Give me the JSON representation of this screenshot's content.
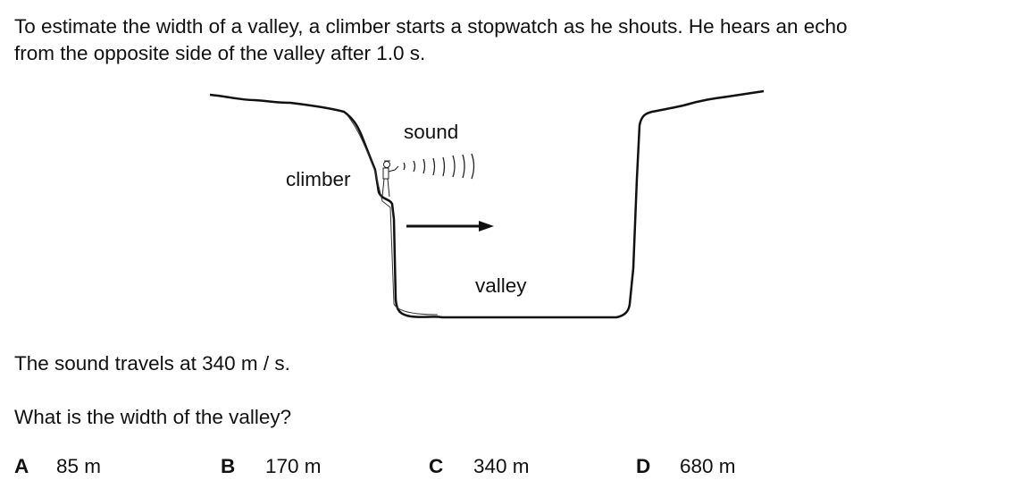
{
  "question": {
    "intro_line1": "To estimate the width of a valley, a climber starts a stopwatch as he shouts. He hears an echo",
    "intro_line2": "from the opposite side of the valley after 1.0 s.",
    "diagram": {
      "label_sound": "sound",
      "label_climber": "climber",
      "label_valley": "valley"
    },
    "speed_statement": "The sound travels at 340 m / s.",
    "prompt": "What is the width of the valley?",
    "options": [
      {
        "letter": "A",
        "value": "85 m"
      },
      {
        "letter": "B",
        "value": "170 m"
      },
      {
        "letter": "C",
        "value": "340 m"
      },
      {
        "letter": "D",
        "value": "680 m"
      }
    ]
  }
}
